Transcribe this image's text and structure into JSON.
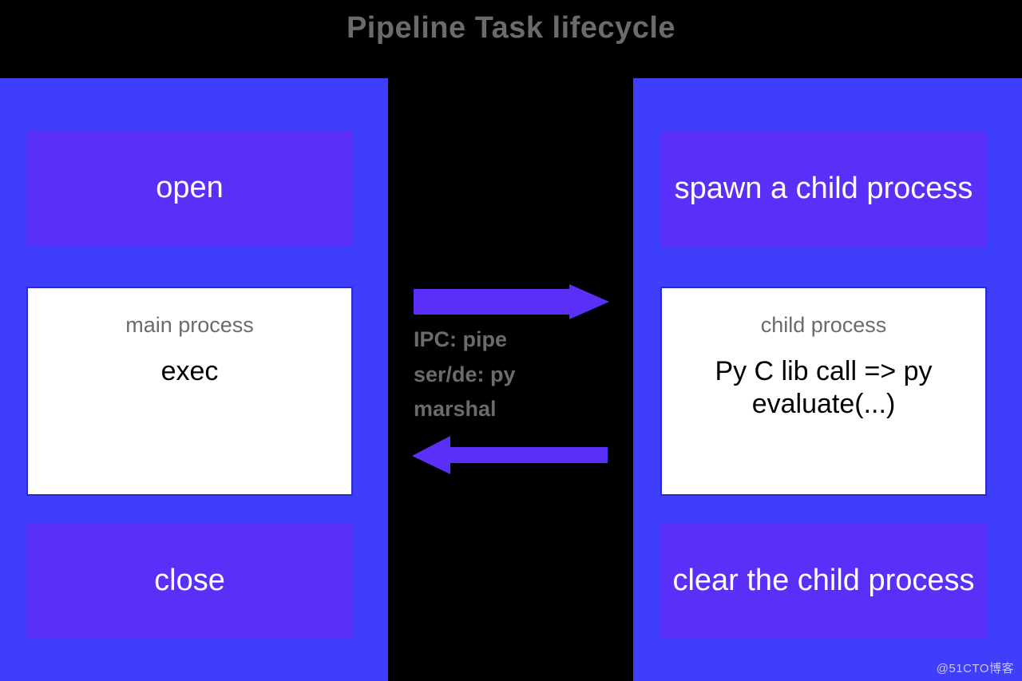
{
  "title": "Pipeline Task lifecycle",
  "colors": {
    "background": "#000000",
    "column": "#3e3efb",
    "stage_box": "#5a2ff7",
    "process_box": "#ffffff",
    "process_border": "#2a2ad0",
    "arrow": "#5a2ff7",
    "title_text": "#6b6b6b",
    "stage_text": "#ffffff",
    "process_label_text": "#6b6b6b",
    "process_body_text": "#000000",
    "watermark_text": "#c9c9e8"
  },
  "left_column": {
    "stages": [
      {
        "label": "open"
      },
      {
        "label": "close"
      }
    ],
    "process": {
      "label": "main process",
      "body": "exec"
    }
  },
  "right_column": {
    "stages": [
      {
        "label": "spawn a child process"
      },
      {
        "label": "clear the child process"
      }
    ],
    "process": {
      "label": "child process",
      "body": "Py C lib call => py evaluate(...)"
    }
  },
  "middle": {
    "arrow_forward_name": "arrow-right",
    "arrow_backward_name": "arrow-left",
    "ipc_lines": [
      "IPC: pipe",
      "ser/de: py",
      "marshal"
    ]
  },
  "watermark": "@51CTO博客"
}
